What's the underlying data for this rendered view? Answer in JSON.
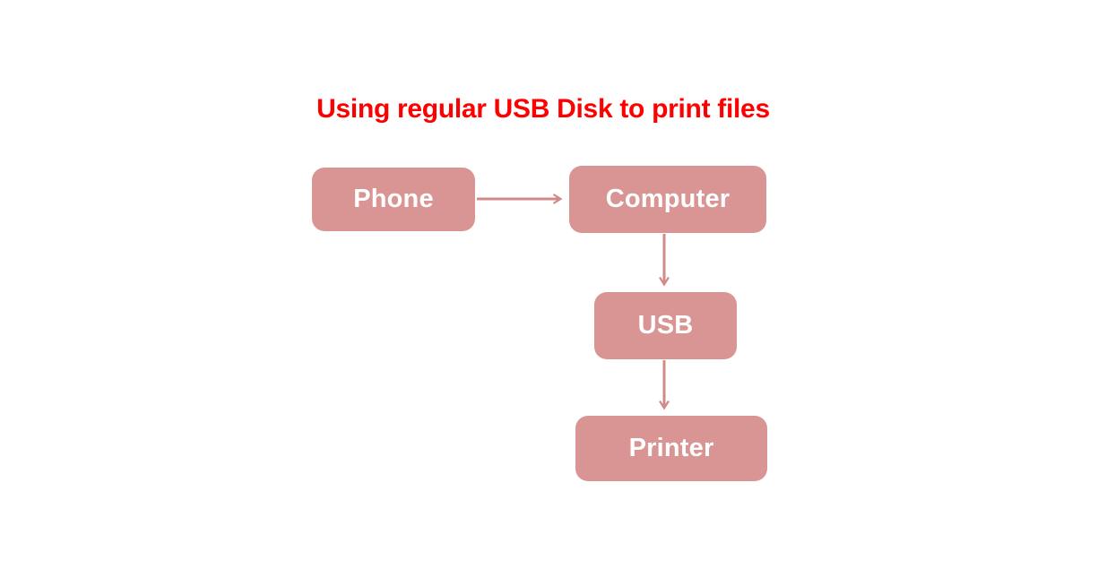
{
  "diagram": {
    "title": "Using regular USB Disk to print files",
    "colors": {
      "title": "#ff0000",
      "node_fill": "#d99594",
      "node_text": "#ffffff",
      "arrow": "#d18a88",
      "background": "#ffffff"
    },
    "nodes": [
      {
        "id": "phone",
        "label": "Phone"
      },
      {
        "id": "computer",
        "label": "Computer"
      },
      {
        "id": "usb",
        "label": "USB"
      },
      {
        "id": "printer",
        "label": "Printer"
      }
    ],
    "edges": [
      {
        "from": "phone",
        "to": "computer",
        "direction": "right"
      },
      {
        "from": "computer",
        "to": "usb",
        "direction": "down"
      },
      {
        "from": "usb",
        "to": "printer",
        "direction": "down"
      }
    ]
  }
}
